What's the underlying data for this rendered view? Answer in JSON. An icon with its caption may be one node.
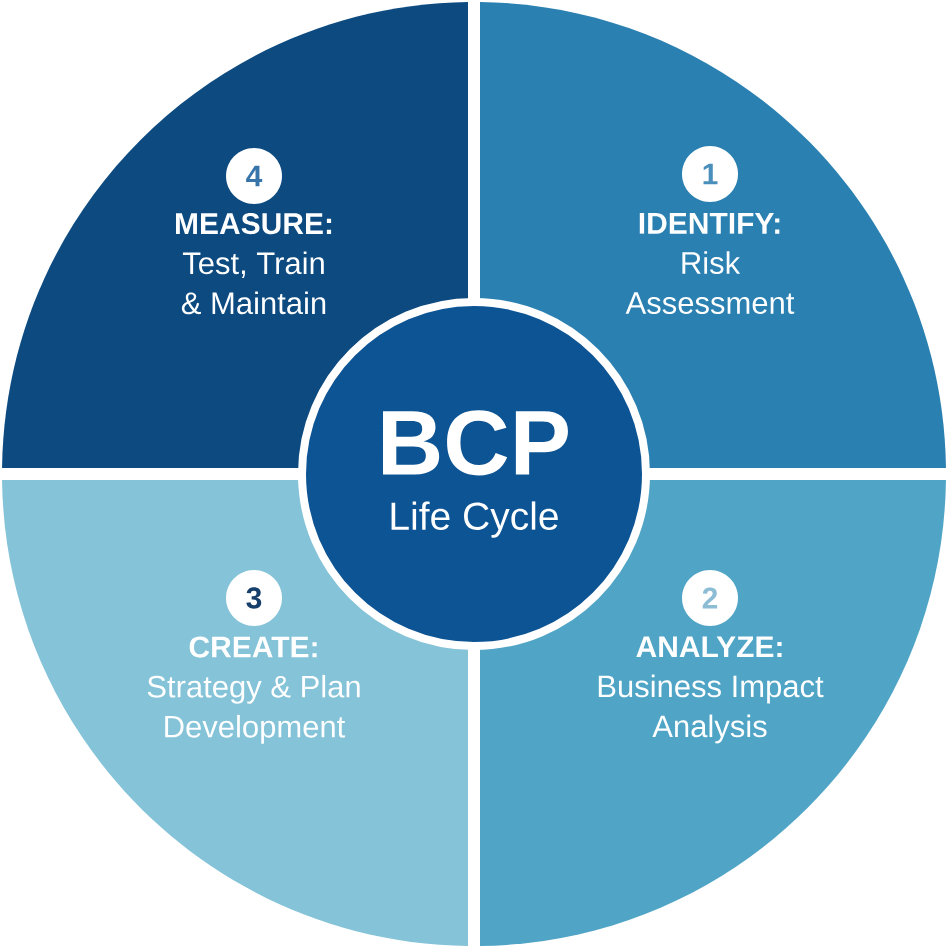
{
  "diagram": {
    "nodes": [
      {
        "text": [
          "MEASURE:",
          "Test, Train & Maintain"
        ]
      },
      {
        "text": [
          "4"
        ],
        "in": 0
      },
      {
        "text": [
          "IDENTIFY:",
          "Risk Assessment"
        ]
      },
      {
        "text": [
          "1"
        ],
        "in": 2
      },
      {
        "text": [
          "BCP",
          "Life Cycle"
        ]
      },
      {
        "text": [
          "CREATE:",
          "Strategy & Plan Development"
        ]
      },
      {
        "text": [
          "3"
        ],
        "in": 5
      },
      {
        "text": [
          "ANALYZE:",
          "Business Impact Analysis"
        ]
      },
      {
        "text": [
          "2"
        ],
        "in": 7
      }
    ]
  }
}
